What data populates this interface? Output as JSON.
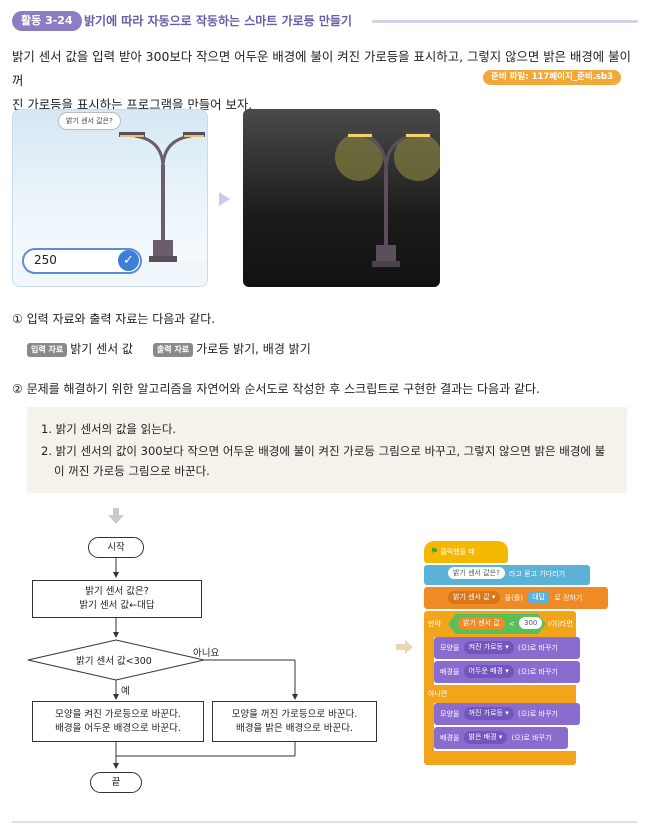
{
  "header": {
    "badge": "활동 3-24",
    "title": "밝기에 따라 자동으로 작동하는 스마트 가로등 만들기"
  },
  "intro": {
    "line1": "밝기 센서 값을 입력 받아 300보다 작으면 어두운 배경에 불이 켜진 가로등을 표시하고, 그렇지 않으면 밝은 배경에 불이 꺼",
    "line2": "진 가로등을 표시하는 프로그램을 만들어 보자.",
    "prep_file": "준비 파일: 117페이지_준비.sb3"
  },
  "illustration": {
    "speech": "밝기 센서 값은?",
    "answer_value": "250",
    "check_icon": "checkmark-icon",
    "arrow_icon": "triangle-right-icon"
  },
  "step1": {
    "text": "① 입력 자료와 출력 자료는 다음과 같다.",
    "input_tag": "입력 자료",
    "input_value": "밝기 센서 값",
    "output_tag": "출력 자료",
    "output_value": "가로등 밝기, 배경 밝기"
  },
  "step2": {
    "text": "② 문제를 해결하기 위한 알고리즘을 자연어와 순서도로 작성한 후 스크립트로 구현한 결과는 다음과 같다."
  },
  "algorithm": {
    "item1": "1. 밝기 센서의 값을 읽는다.",
    "item2a": "2. 밝기 센서의 값이 300보다 작으면 어두운 배경에 불이 켜진 가로등 그림으로 바꾸고, 그렇지 않으면 밝은 배경에 불",
    "item2b": "이 꺼진 가로등 그림으로 바꾼다."
  },
  "flowchart": {
    "start": "시작",
    "input1": "밝기 센서 값은?",
    "input2": "밝기 센서 값←대답",
    "condition": "밝기 센서 값<300",
    "no": "아니요",
    "yes": "예",
    "yes_box1": "모양을 켜진 가로등으로 바꾼다.",
    "yes_box2": "배경을 어두운 배경으로 바꾼다.",
    "no_box1": "모양을 꺼진 가로등으로 바꾼다.",
    "no_box2": "배경을 밝은 배경으로 바꾼다.",
    "end": "끝"
  },
  "scratch": {
    "flag_icon": "green-flag-icon",
    "hat": "클릭했을 때",
    "ask_value": "밝기 센서 값은?",
    "ask_suffix": "라고 묻고 기다리기",
    "set_var": "밝기 센서 값",
    "set_mid": "을(를)",
    "set_answer": "대답",
    "set_suffix": "로 정하기",
    "if_label": "만약",
    "if_var": "밝기 센서 값",
    "if_op": "<",
    "if_num": "300",
    "if_then": "(이)라면",
    "look_prefix": "모양을",
    "look_on": "켜진 가로등",
    "look_suffix": "(으)로 바꾸기",
    "bg_prefix": "배경을",
    "bg_dark": "어두운 배경",
    "bg_suffix": "(으)로 바꾸기",
    "else_label": "아니면",
    "look_off": "꺼진 가로등",
    "bg_light": "밝은 배경",
    "bg_suffix2": "(으)로 바꾸기",
    "colors": {
      "events": "#f5b800",
      "sensing": "#5cb1d6",
      "variables": "#f08a24",
      "operators": "#59c059",
      "looks": "#8a6cd0",
      "control": "#f2a51b"
    }
  }
}
